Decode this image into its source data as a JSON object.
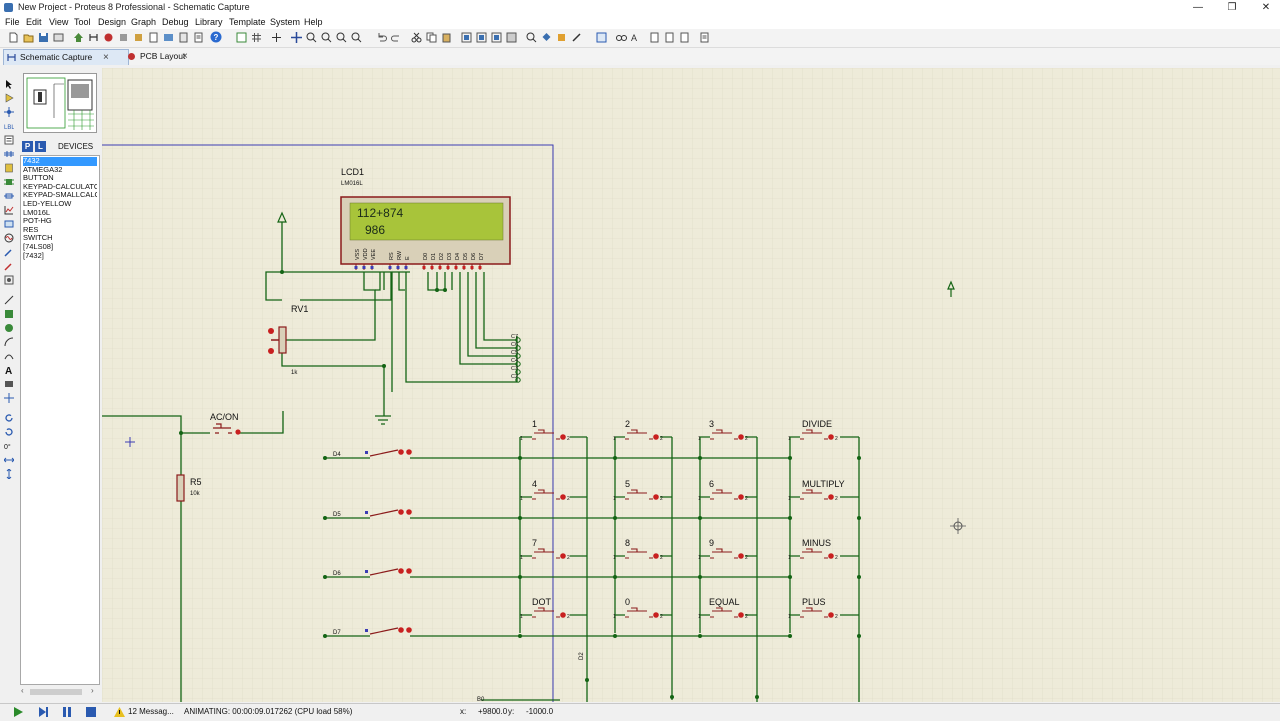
{
  "window": {
    "title": "New Project - Proteus 8 Professional - Schematic Capture"
  },
  "menu": [
    "File",
    "Edit",
    "View",
    "Tool",
    "Design",
    "Graph",
    "Debug",
    "Library",
    "Template",
    "System",
    "Help"
  ],
  "tabs": [
    {
      "label": "Schematic Capture",
      "active": true
    },
    {
      "label": "PCB Layout",
      "active": false
    }
  ],
  "panel": {
    "mode_p": "P",
    "mode_l": "L",
    "devices_label": "DEVICES"
  },
  "devices": [
    "7432",
    "ATMEGA32",
    "BUTTON",
    "KEYPAD-CALCULATOR",
    "KEYPAD-SMALLCALC",
    "LED-YELLOW",
    "LM016L",
    "POT-HG",
    "RES",
    "SWITCH",
    "[74LS08]",
    "[7432]"
  ],
  "selected_device": "7432",
  "schematic": {
    "lcd": {
      "ref": "LCD1",
      "part": "LM016L",
      "line1": "112+874",
      "line2": "986",
      "pins": [
        "VSS",
        "VDD",
        "VEE",
        "RS",
        "RW",
        "E",
        "D0",
        "D1",
        "D2",
        "D3",
        "D4",
        "D5",
        "D6",
        "D7"
      ]
    },
    "rv1": {
      "ref": "RV1",
      "value": "1k"
    },
    "r5": {
      "ref": "R5",
      "value": "10k"
    },
    "acon": {
      "label": "AC/ON"
    },
    "rows": [
      "D4",
      "D5",
      "D6",
      "D7"
    ],
    "keys": [
      [
        "1",
        "2",
        "3",
        "DIVIDE"
      ],
      [
        "4",
        "5",
        "6",
        "MULTIPLY"
      ],
      [
        "7",
        "8",
        "9",
        "MINUS"
      ],
      [
        "DOT",
        "0",
        "EQUAL",
        "PLUS"
      ]
    ],
    "net_c": [
      "C7",
      "C6",
      "C5",
      "C4",
      "C3",
      "C2"
    ],
    "net_d2": "D2",
    "net_b0": "B0"
  },
  "status": {
    "messages": "12 Messag...",
    "animating": "ANIMATING: 00:00:09.017262 (CPU load 58%)",
    "x_label": "x:",
    "x_value": "+9800.0",
    "y_label": "y:",
    "y_value": "-1000.0"
  },
  "colors": {
    "canvas": "#eeebd9",
    "grid": "#dcd8c3",
    "wire": "#146414",
    "component": "#8b1a1a",
    "lcd_screen": "#a8c43a",
    "selection": "#3399ff",
    "sheet_border": "#3c3cb4"
  }
}
